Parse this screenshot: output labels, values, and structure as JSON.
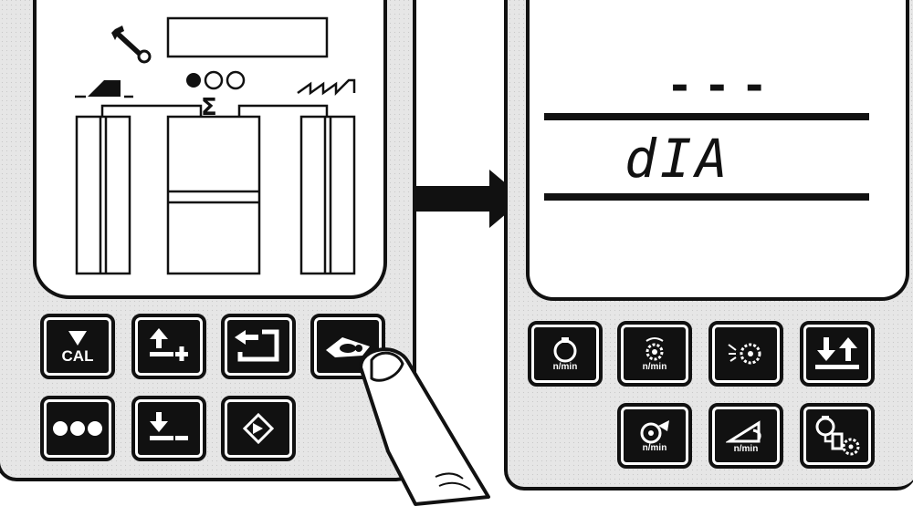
{
  "left_keypad": {
    "cal_key_label": "CAL"
  },
  "right_display": {
    "dash_readout": "---",
    "mode_text": "dIA"
  },
  "right_keypad": {
    "speed_unit_1": "n/min",
    "speed_unit_2": "n/min",
    "speed_unit_3": "n/min",
    "speed_unit_4": "n/min"
  },
  "icons": [
    "wrench-icon",
    "counter-dots-icon",
    "sigma-icon",
    "sloped-field-icon",
    "sawtooth-icon",
    "triangle-down-icon",
    "increase-plus-icon",
    "return-arrow-icon",
    "tractor-dial-icon",
    "three-dots-icon",
    "decrease-minus-icon",
    "diamond-arrow-icon",
    "rotation-icon",
    "gear-rotation-icon",
    "spray-disc-icon",
    "up-down-arrows-icon",
    "fan-icon",
    "angle-rotation-icon",
    "piston-gear-icon",
    "pointing-finger-icon",
    "right-arrow-icon"
  ],
  "colors": {
    "panel": "#e6e6e6",
    "key": "#111111",
    "screen": "#ffffff",
    "ink": "#111111"
  }
}
